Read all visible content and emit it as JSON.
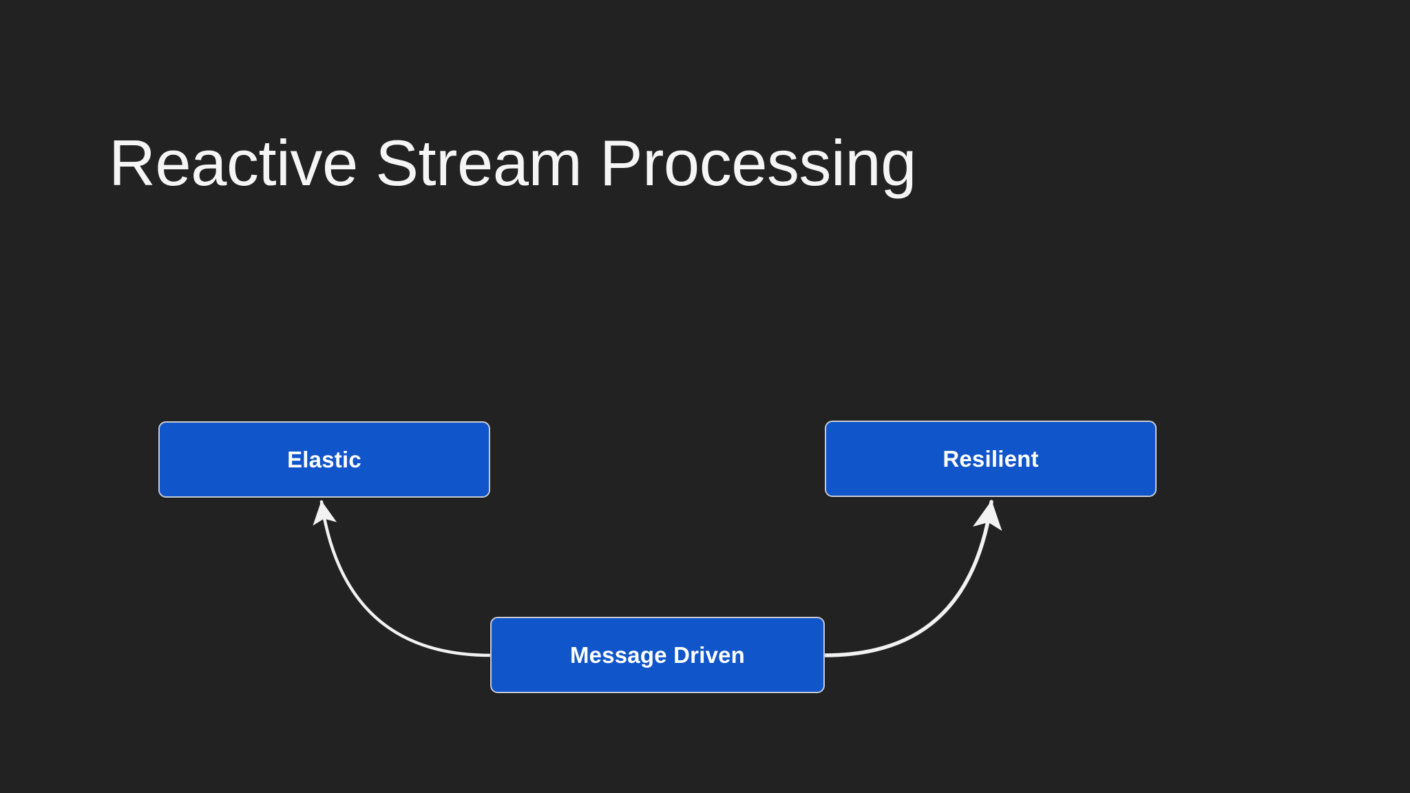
{
  "slide": {
    "title": "Reactive Stream Processing",
    "background_color": "#222222",
    "title_color": "#f5f5f5"
  },
  "diagram": {
    "type": "flow-diagram",
    "node_fill_color": "#1155ca",
    "node_border_color": "#c8cdd4",
    "node_text_color": "#ffffff",
    "edge_color": "#f2f2f2",
    "nodes": [
      {
        "id": "elastic",
        "label": "Elastic"
      },
      {
        "id": "resilient",
        "label": "Resilient"
      },
      {
        "id": "message",
        "label": "Message Driven"
      }
    ],
    "edges": [
      {
        "from": "message",
        "to": "elastic",
        "style": "curved-arrow",
        "direction": "up-left"
      },
      {
        "from": "message",
        "to": "resilient",
        "style": "curved-arrow",
        "direction": "up-right"
      }
    ]
  }
}
